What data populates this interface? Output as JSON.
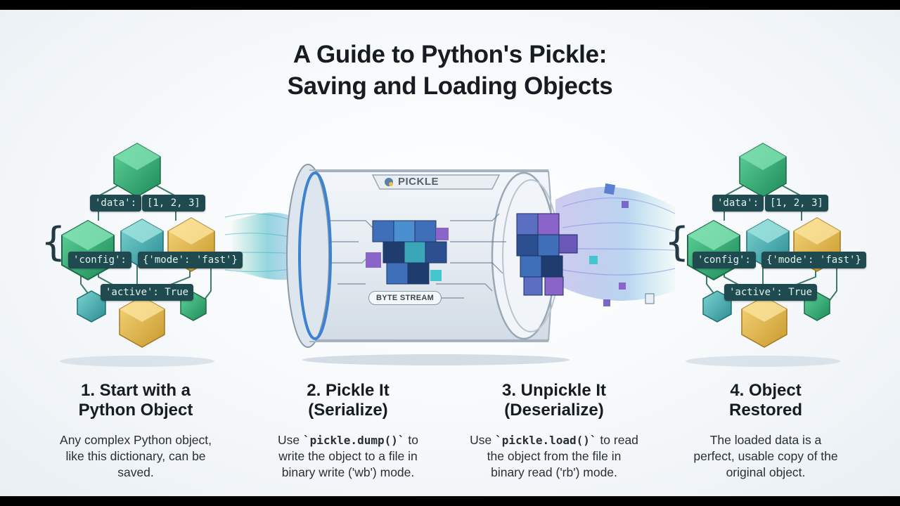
{
  "title": {
    "line1": "A Guide to Python's Pickle:",
    "line2": "Saving and Loading Objects"
  },
  "object": {
    "data_key": "'data':",
    "data_value": "[1, 2, 3]",
    "config_key": "'config':",
    "config_value": "{'mode': 'fast'}",
    "active_key": "'active':",
    "active_value": "True"
  },
  "jar": {
    "brand": "PICKLE",
    "stream_label": "BYTE STREAM"
  },
  "steps": [
    {
      "title_line1": "1. Start with a",
      "title_line2": "Python Object",
      "desc_parts": [
        "Any complex Python object,",
        "like this dictionary, can be",
        "saved."
      ]
    },
    {
      "title_line1": "2. Pickle It",
      "title_line2": "(Serialize)",
      "desc_before": "Use ",
      "desc_code": "`pickle.dump()`",
      "desc_after": " to",
      "desc_line2": "write the object to a file in",
      "desc_line3": "binary write ('wb') mode."
    },
    {
      "title_line1": "3. Unpickle It",
      "title_line2": "(Deserialize)",
      "desc_before": "Use ",
      "desc_code": "`pickle.load()`",
      "desc_after": " to read",
      "desc_line2": "the object from the file in",
      "desc_line3": "binary read ('rb') mode."
    },
    {
      "title_line1": "4. Object",
      "title_line2": "Restored",
      "desc_parts": [
        "The loaded data is a",
        "perfect, usable copy of the",
        "original object."
      ]
    }
  ],
  "colors": {
    "green": "#2f9e6e",
    "teal": "#3a9fa3",
    "gold": "#e3b449",
    "chip": "#1f4a50",
    "cube_blue": "#3f6fb8",
    "cube_purple": "#8a64c8"
  }
}
